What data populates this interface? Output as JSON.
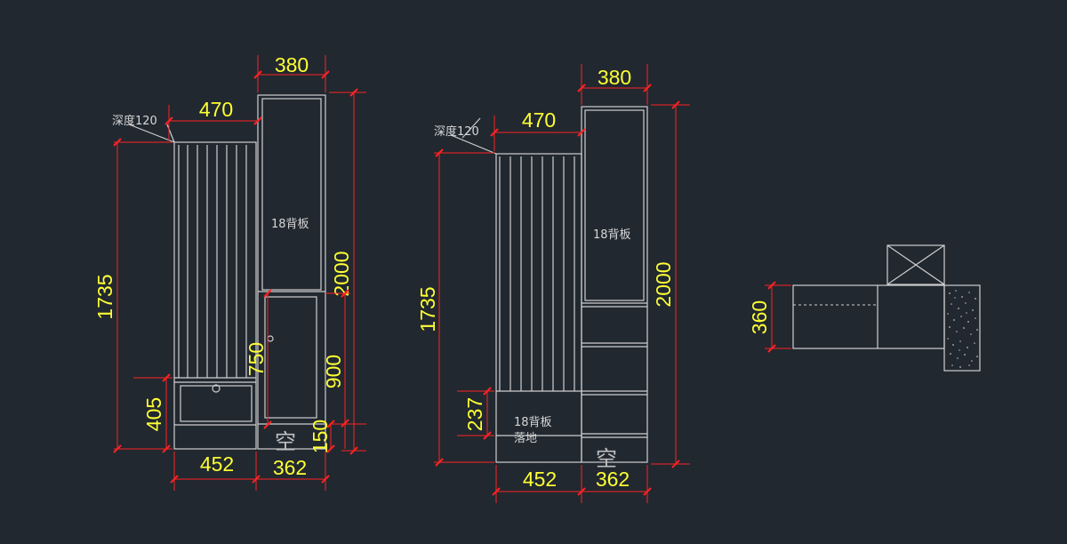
{
  "left_view": {
    "dim_top": "380",
    "dim_upper": "470",
    "depth_note": "深度120",
    "back_panel_note": "18背板",
    "dim_total_height": "1735",
    "dim_cabinet_height": "2000",
    "dim_door": "750",
    "dim_lower": "900",
    "dim_base_left": "405",
    "dim_base_right": "150",
    "empty_label": "空",
    "dim_width_left": "452",
    "dim_width_right": "362"
  },
  "right_view": {
    "dim_top": "380",
    "dim_upper": "470",
    "depth_note": "深度120",
    "back_panel_note": "18背板",
    "dim_total_height": "1735",
    "dim_cabinet_height": "2000",
    "dim_base": "237",
    "floor_note_1": "18背板",
    "floor_note_2": "落地",
    "empty_label": "空",
    "dim_width_left": "452",
    "dim_width_right": "362"
  },
  "plan_view": {
    "dim_depth": "360"
  }
}
